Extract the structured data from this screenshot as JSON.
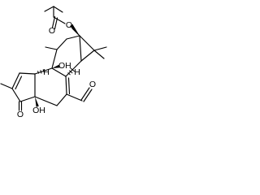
{
  "diagram": {
    "type": "chemical-structure",
    "atom_labels": {
      "ester_carbonyl_O": "O",
      "ester_O": "O",
      "hydroxyl_C9": "OH",
      "ketone_O": "O",
      "hydroxyl_C4": "OH",
      "aldehyde_O": "O"
    },
    "stereo_labels": {
      "H_C10": "H",
      "H_C14": "H"
    }
  }
}
